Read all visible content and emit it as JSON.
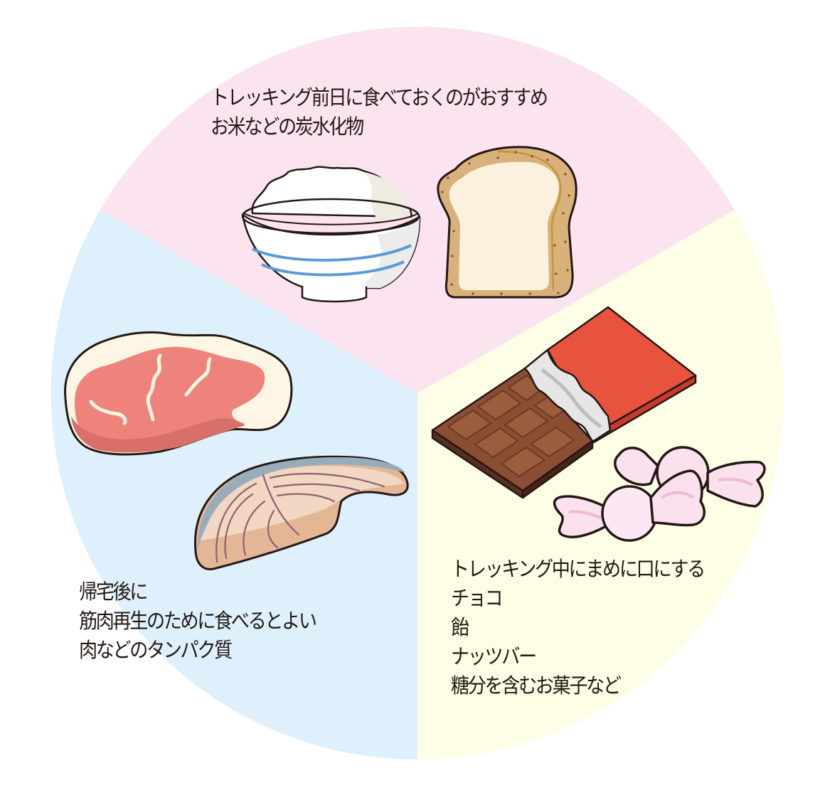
{
  "diagram": {
    "type": "pie-infographic",
    "colors": {
      "carbohydrate_segment": "#FBE4EF",
      "protein_segment": "#DDF0FB",
      "sugar_segment": "#FEFDE6",
      "text": "#231815"
    },
    "segments": [
      {
        "id": "carbohydrates",
        "position": "top",
        "lines": [
          "トレッキング前日に食べておくのがおすすめ",
          "お米などの炭水化物"
        ],
        "illustrations": [
          "rice-bowl",
          "bread-slice"
        ]
      },
      {
        "id": "protein",
        "position": "bottom-left",
        "lines": [
          "帰宅後に",
          "筋肉再生のために食べるとよい",
          "肉などのタンパク質"
        ],
        "illustrations": [
          "meat-steak",
          "fish-fillet"
        ]
      },
      {
        "id": "sugars",
        "position": "bottom-right",
        "lines": [
          "トレッキング中にまめに口にする",
          "チョコ",
          "飴",
          "ナッツバー",
          "糖分を含むお菓子など"
        ],
        "illustrations": [
          "chocolate-bar",
          "wrapped-candies"
        ]
      }
    ]
  }
}
